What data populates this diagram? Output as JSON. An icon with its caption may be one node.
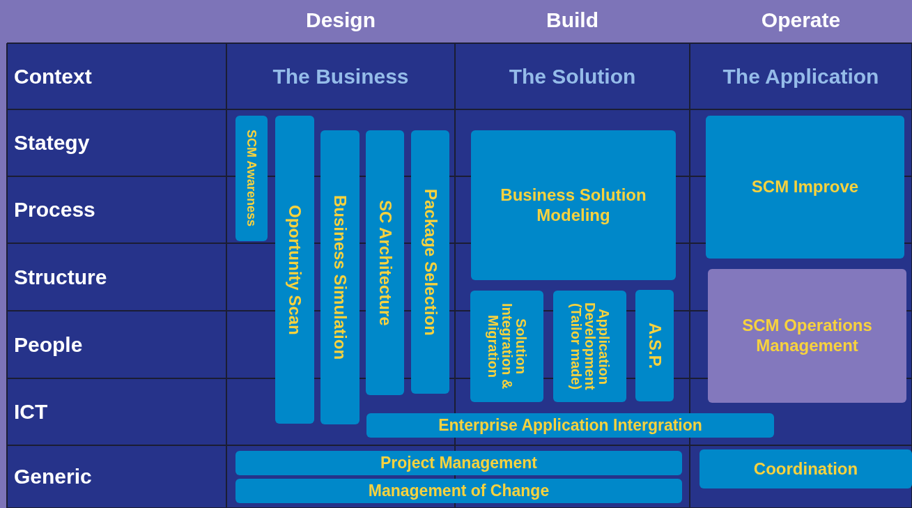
{
  "diagram": {
    "nodes": [
      {
        "text": [
          "SCM Awareness"
        ]
      },
      {
        "text": [
          "Oportunity Scan"
        ]
      },
      {
        "text": [
          "Business Simulation"
        ]
      },
      {
        "text": [
          "SC Architecture"
        ]
      },
      {
        "text": [
          "Package Selection"
        ]
      },
      {
        "text": [
          "Business Solution Modeling"
        ]
      },
      {
        "text": [
          "Solution Integration & Migration"
        ]
      },
      {
        "text": [
          "Application Development (Tailor made)"
        ]
      },
      {
        "text": [
          "A.S.P."
        ]
      },
      {
        "text": [
          "SCM Improve"
        ]
      },
      {
        "text": [
          "SCM Operations Management"
        ]
      },
      {
        "text": [
          "Enterprise Application Intergration"
        ]
      },
      {
        "text": [
          "Project Management"
        ]
      },
      {
        "text": [
          "Management of Change"
        ]
      },
      {
        "text": [
          "Coordination"
        ]
      }
    ],
    "labels": [
      "Design",
      "Build",
      "Operate",
      "Context",
      "The Business",
      "The Solution",
      "The Application",
      "Stategy",
      "Process",
      "Structure",
      "People",
      "ICT",
      "Generic"
    ]
  }
}
